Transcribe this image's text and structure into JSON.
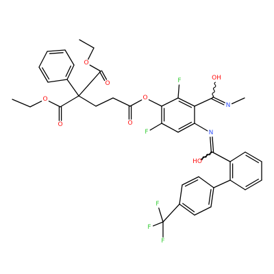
{
  "molecule": {
    "atom_colors": {
      "O": "#ff0d0d",
      "N": "#3050f8",
      "F": "#33cc33",
      "C": "#000000"
    },
    "atom_labels": [
      {
        "id": "ester-o-top",
        "text": "O",
        "element": "O"
      },
      {
        "id": "carbonyl-o-top",
        "text": "O",
        "element": "O"
      },
      {
        "id": "ester-o-left",
        "text": "O",
        "element": "O"
      },
      {
        "id": "carbonyl-o-left",
        "text": "O",
        "element": "O"
      },
      {
        "id": "ester-o-aryl",
        "text": "O",
        "element": "O"
      },
      {
        "id": "carbonyl-o-chain",
        "text": "O",
        "element": "O"
      },
      {
        "id": "fluorine-upper",
        "text": "F",
        "element": "F"
      },
      {
        "id": "fluorine-lower",
        "text": "F",
        "element": "F"
      },
      {
        "id": "hydroxyl-upper",
        "text": "OH",
        "element": "O"
      },
      {
        "id": "imine-n-upper",
        "text": "N",
        "element": "N"
      },
      {
        "id": "imine-n-lower",
        "text": "N",
        "element": "N"
      },
      {
        "id": "hydroxyl-lower",
        "text": "HO",
        "element": "O"
      },
      {
        "id": "cf3-f-1",
        "text": "F",
        "element": "F"
      },
      {
        "id": "cf3-f-2",
        "text": "F",
        "element": "F"
      },
      {
        "id": "cf3-f-3",
        "text": "F",
        "element": "F"
      }
    ]
  }
}
